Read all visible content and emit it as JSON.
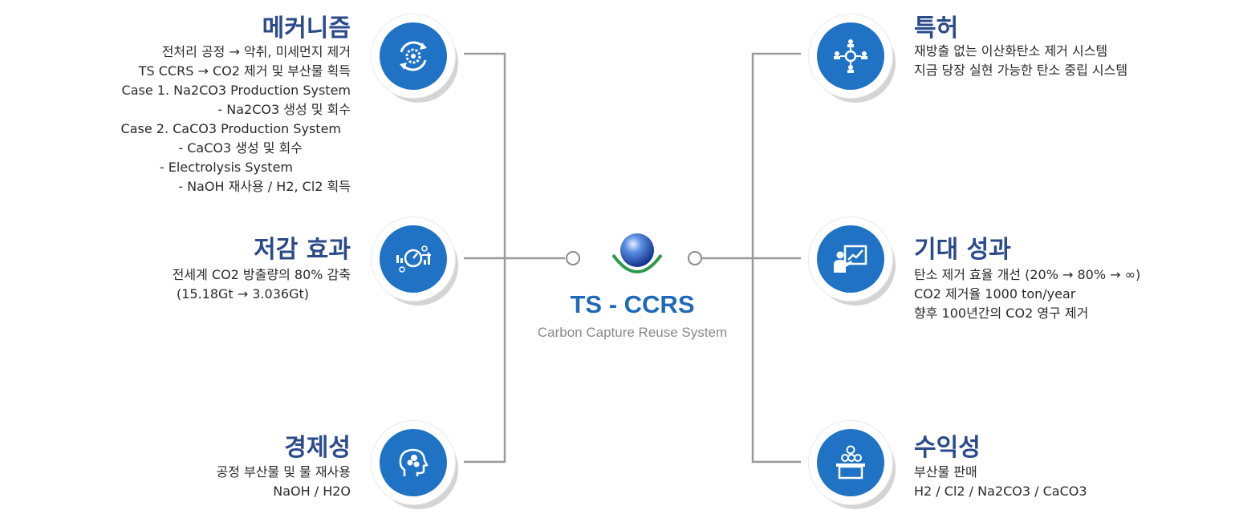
{
  "center": {
    "title": "TS - CCRS",
    "subtitle": "Carbon Capture Reuse System"
  },
  "sections": {
    "mechanism": {
      "title": "메커니즘",
      "icon": "gear-cycle-icon",
      "lines": [
        "전처리 공정 → 악취, 미세먼지 제거",
        "TS CCRS → CO2 제거 및 부산물 획득",
        "Case 1. Na2CO3 Production System",
        "- Na2CO3 생성 및 회수",
        "Case 2. CaCO3 Production System",
        "- CaCO3 생성 및 회수",
        "- Electrolysis System",
        "- NaOH 재사용 / H2, Cl2 획득"
      ]
    },
    "reduction": {
      "title": "저감 효과",
      "icon": "gauge-icon",
      "lines": [
        "전세계 CO2 방출량의 80% 감축",
        "(15.18Gt → 3.036Gt)"
      ]
    },
    "economy": {
      "title": "경제성",
      "icon": "head-money-icon",
      "lines": [
        "공정 부산물 및 물 재사용",
        "NaOH / H2O"
      ]
    },
    "patent": {
      "title": "특허",
      "icon": "network-people-icon",
      "lines": [
        "재방출 없는 이산화탄소 제거 시스템",
        "지금 당장 실현 가능한 탄소 중립 시스템"
      ]
    },
    "expected": {
      "title": "기대 성과",
      "icon": "presenter-chart-icon",
      "lines": [
        "탄소 제거 효율 개선 (20% → 80% → ∞)",
        "CO2 제거율 1000 ton/year",
        "향후 100년간의 CO2 영구 제거"
      ]
    },
    "profit": {
      "title": "수익성",
      "icon": "coins-box-icon",
      "lines": [
        "부산물 판매",
        "H2 / Cl2 / Na2CO3 / CaCO3"
      ]
    }
  },
  "colors": {
    "accent": "#1f72c4",
    "title": "#2a4a8a",
    "line": "#9a9a9a"
  }
}
